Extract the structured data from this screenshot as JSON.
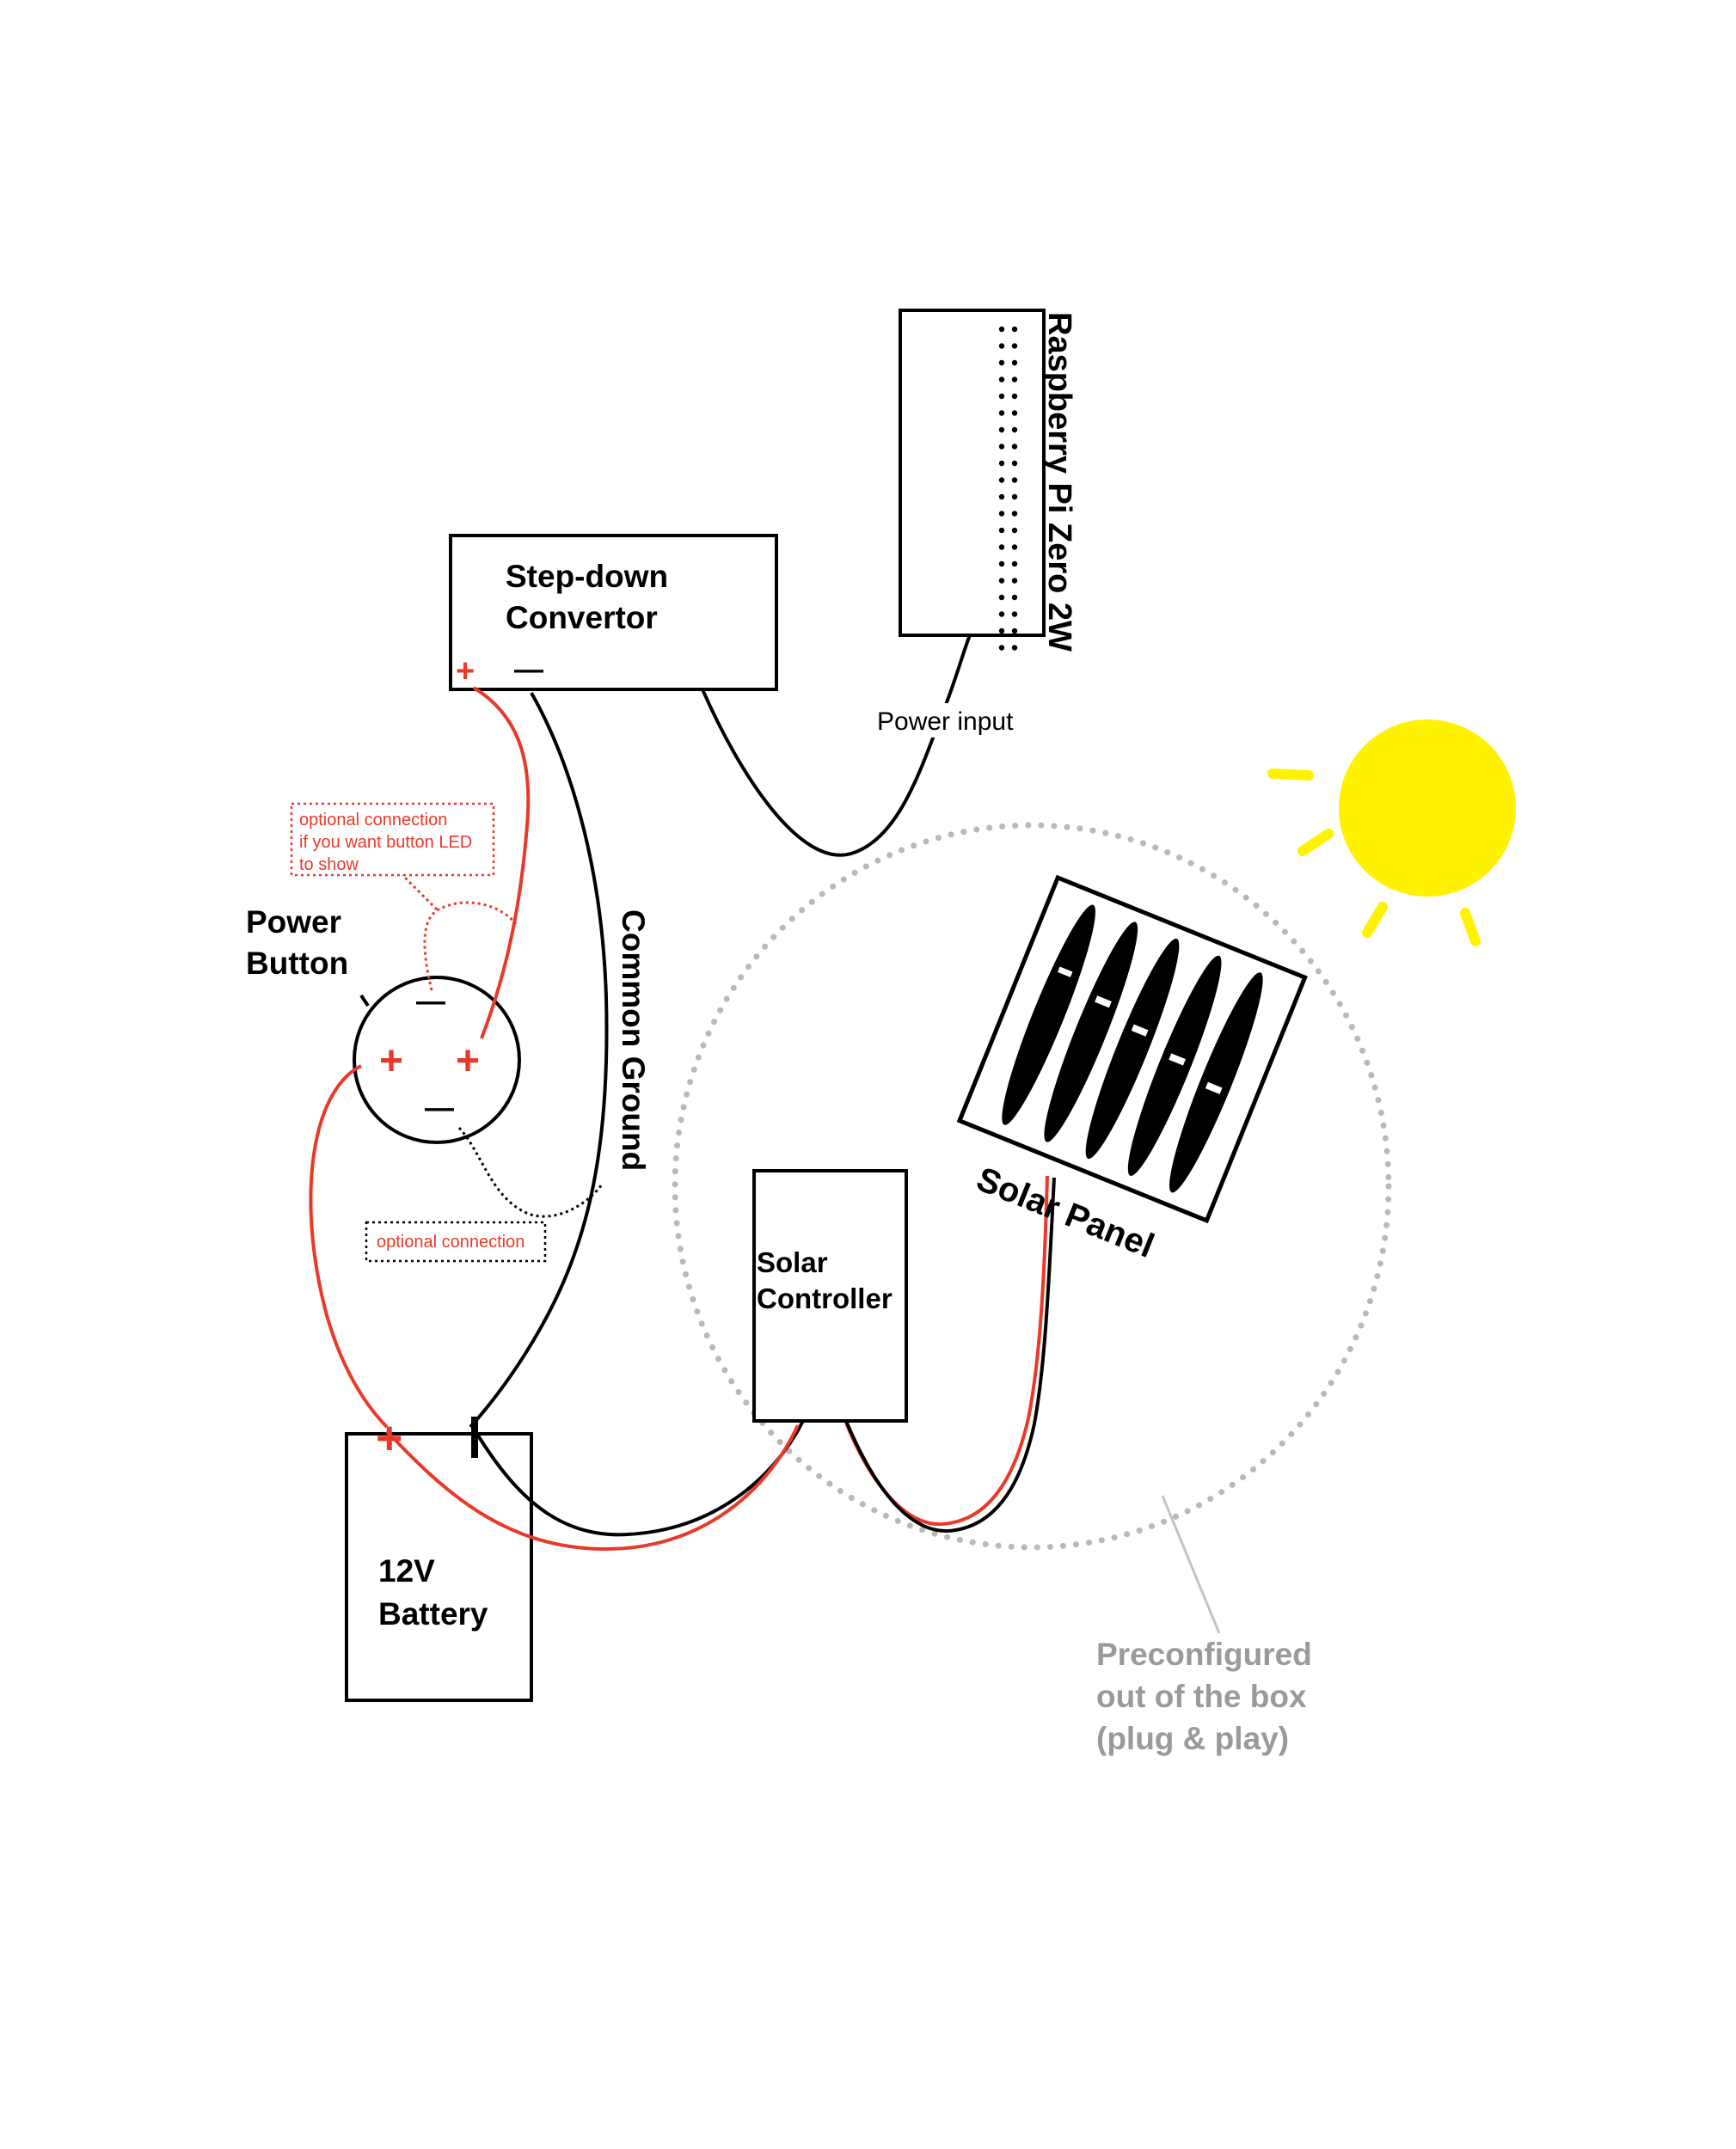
{
  "colors": {
    "wire_positive": "#e8392a",
    "wire_negative": "#000000",
    "sun": "#fff200",
    "boundary": "#bdb8b2",
    "preconfigured_text": "#9a9a9a",
    "note_text": "#e8392a"
  },
  "labels": {
    "raspberry_pi": "Raspberry Pi Zero 2W",
    "power_input": "Power input",
    "step_down_line1": "Step-down",
    "step_down_line2": "Convertor",
    "power_button_line1": "Power",
    "power_button_line2": "Button",
    "common_ground": "Common Ground",
    "solar_controller_line1": "Solar",
    "solar_controller_line2": "Controller",
    "solar_panel": "Solar Panel",
    "battery_line1": "12V",
    "battery_line2": "Battery",
    "preconfigured_line1": "Preconfigured",
    "preconfigured_line2": "out of the box",
    "preconfigured_line3": "(plug & play)"
  },
  "notes": {
    "led_line1": "optional connection",
    "led_line2": "if you want button LED",
    "led_line3": "to show",
    "ground_optional": "optional connection"
  },
  "symbols": {
    "plus": "+",
    "minus": "—"
  },
  "icons": [
    "sun-icon",
    "gpio-header-icon",
    "solar-cell-icon"
  ]
}
